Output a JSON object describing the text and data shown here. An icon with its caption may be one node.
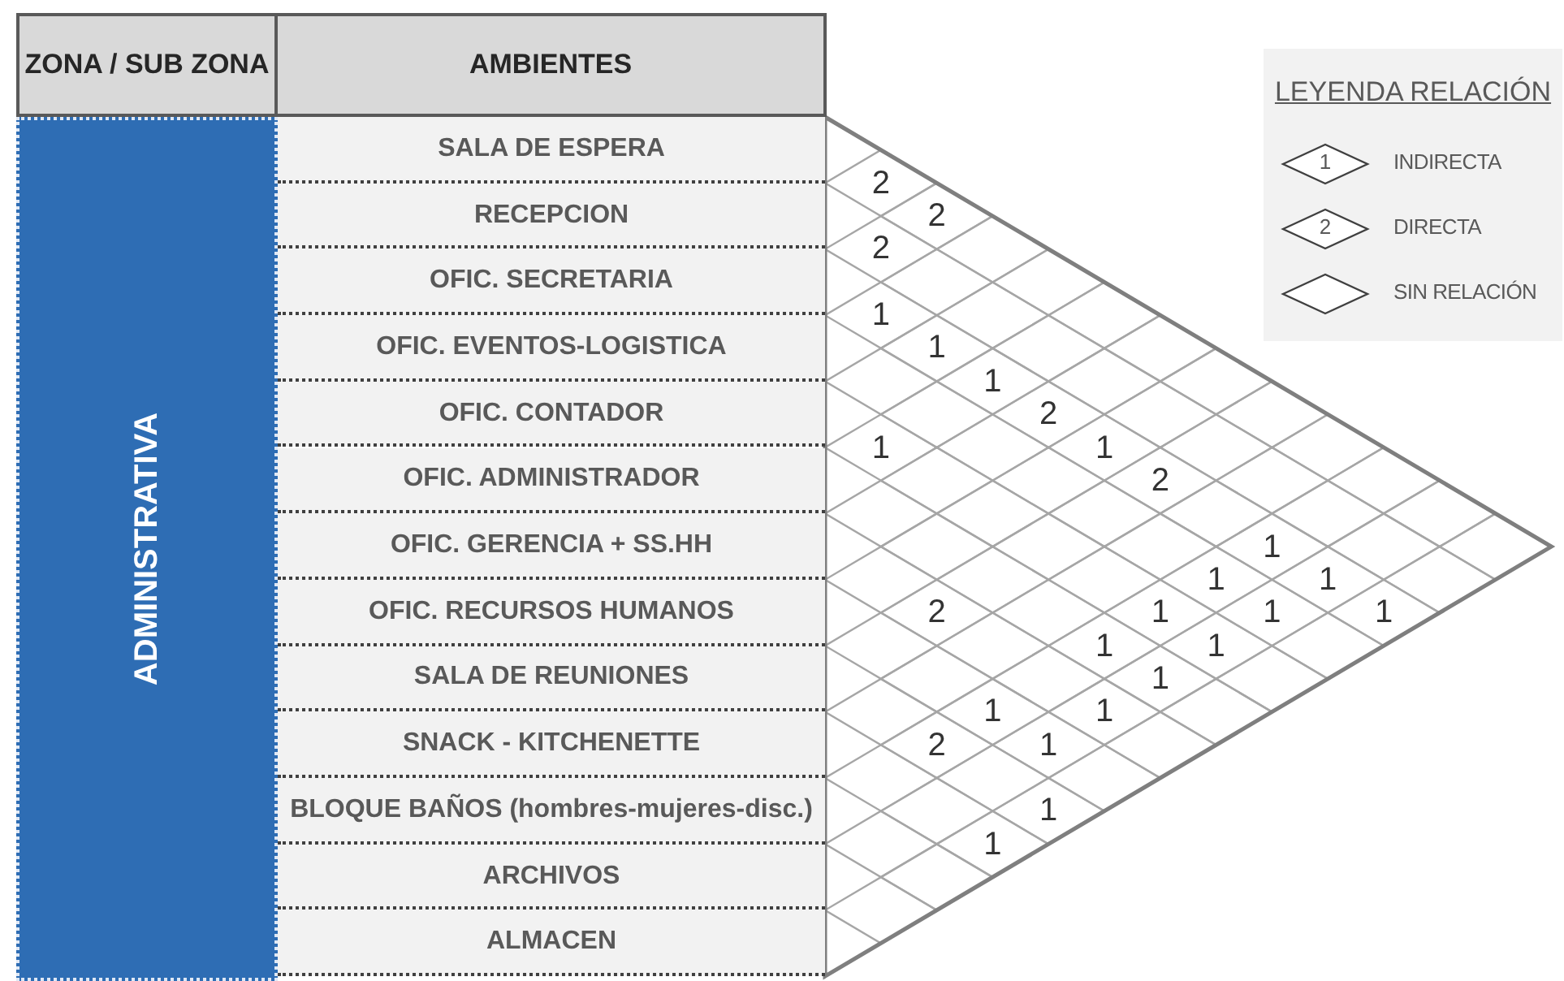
{
  "diagram": {
    "nodes": [
      {
        "text": [
          "ADMINISTRATIVA"
        ]
      },
      {
        "text": [
          "SALA DE ESPERA"
        ]
      },
      {
        "text": [
          "RECEPCION"
        ]
      },
      {
        "text": [
          "OFIC. SECRETARIA"
        ]
      },
      {
        "text": [
          "OFIC. EVENTOS-LOGISTICA"
        ]
      },
      {
        "text": [
          "OFIC. CONTADOR"
        ]
      },
      {
        "text": [
          "OFIC. ADMINISTRADOR"
        ]
      },
      {
        "text": [
          "OFIC. GERENCIA + SS.HH"
        ]
      },
      {
        "text": [
          "OFIC. RECURSOS HUMANOS"
        ]
      },
      {
        "text": [
          "SALA DE REUNIONES"
        ]
      },
      {
        "text": [
          "SNACK - KITCHENETTE"
        ]
      },
      {
        "text": [
          "BLOQUE BAÑOS (hombres-mujeres-disc.)"
        ]
      },
      {
        "text": [
          "ARCHIVOS"
        ]
      },
      {
        "text": [
          "ALMACEN"
        ]
      }
    ],
    "labels": [
      "ZONA / SUB ZONA",
      "AMBIENTES",
      "LEYENDA RELACIÓN",
      "1",
      "2",
      "2",
      "2",
      "2",
      "1",
      "1",
      "1",
      "2",
      "1",
      "1",
      "2",
      "1",
      "1",
      "1",
      "2",
      "1",
      "1",
      "1",
      "1",
      "1",
      "1",
      "1",
      "1",
      "2",
      "1",
      "1",
      "1"
    ],
    "legend": [
      {
        "text": "INDIRECTA"
      },
      {
        "text": "DIRECTA"
      },
      {
        "text": "SIN RELACIÓN"
      }
    ]
  }
}
